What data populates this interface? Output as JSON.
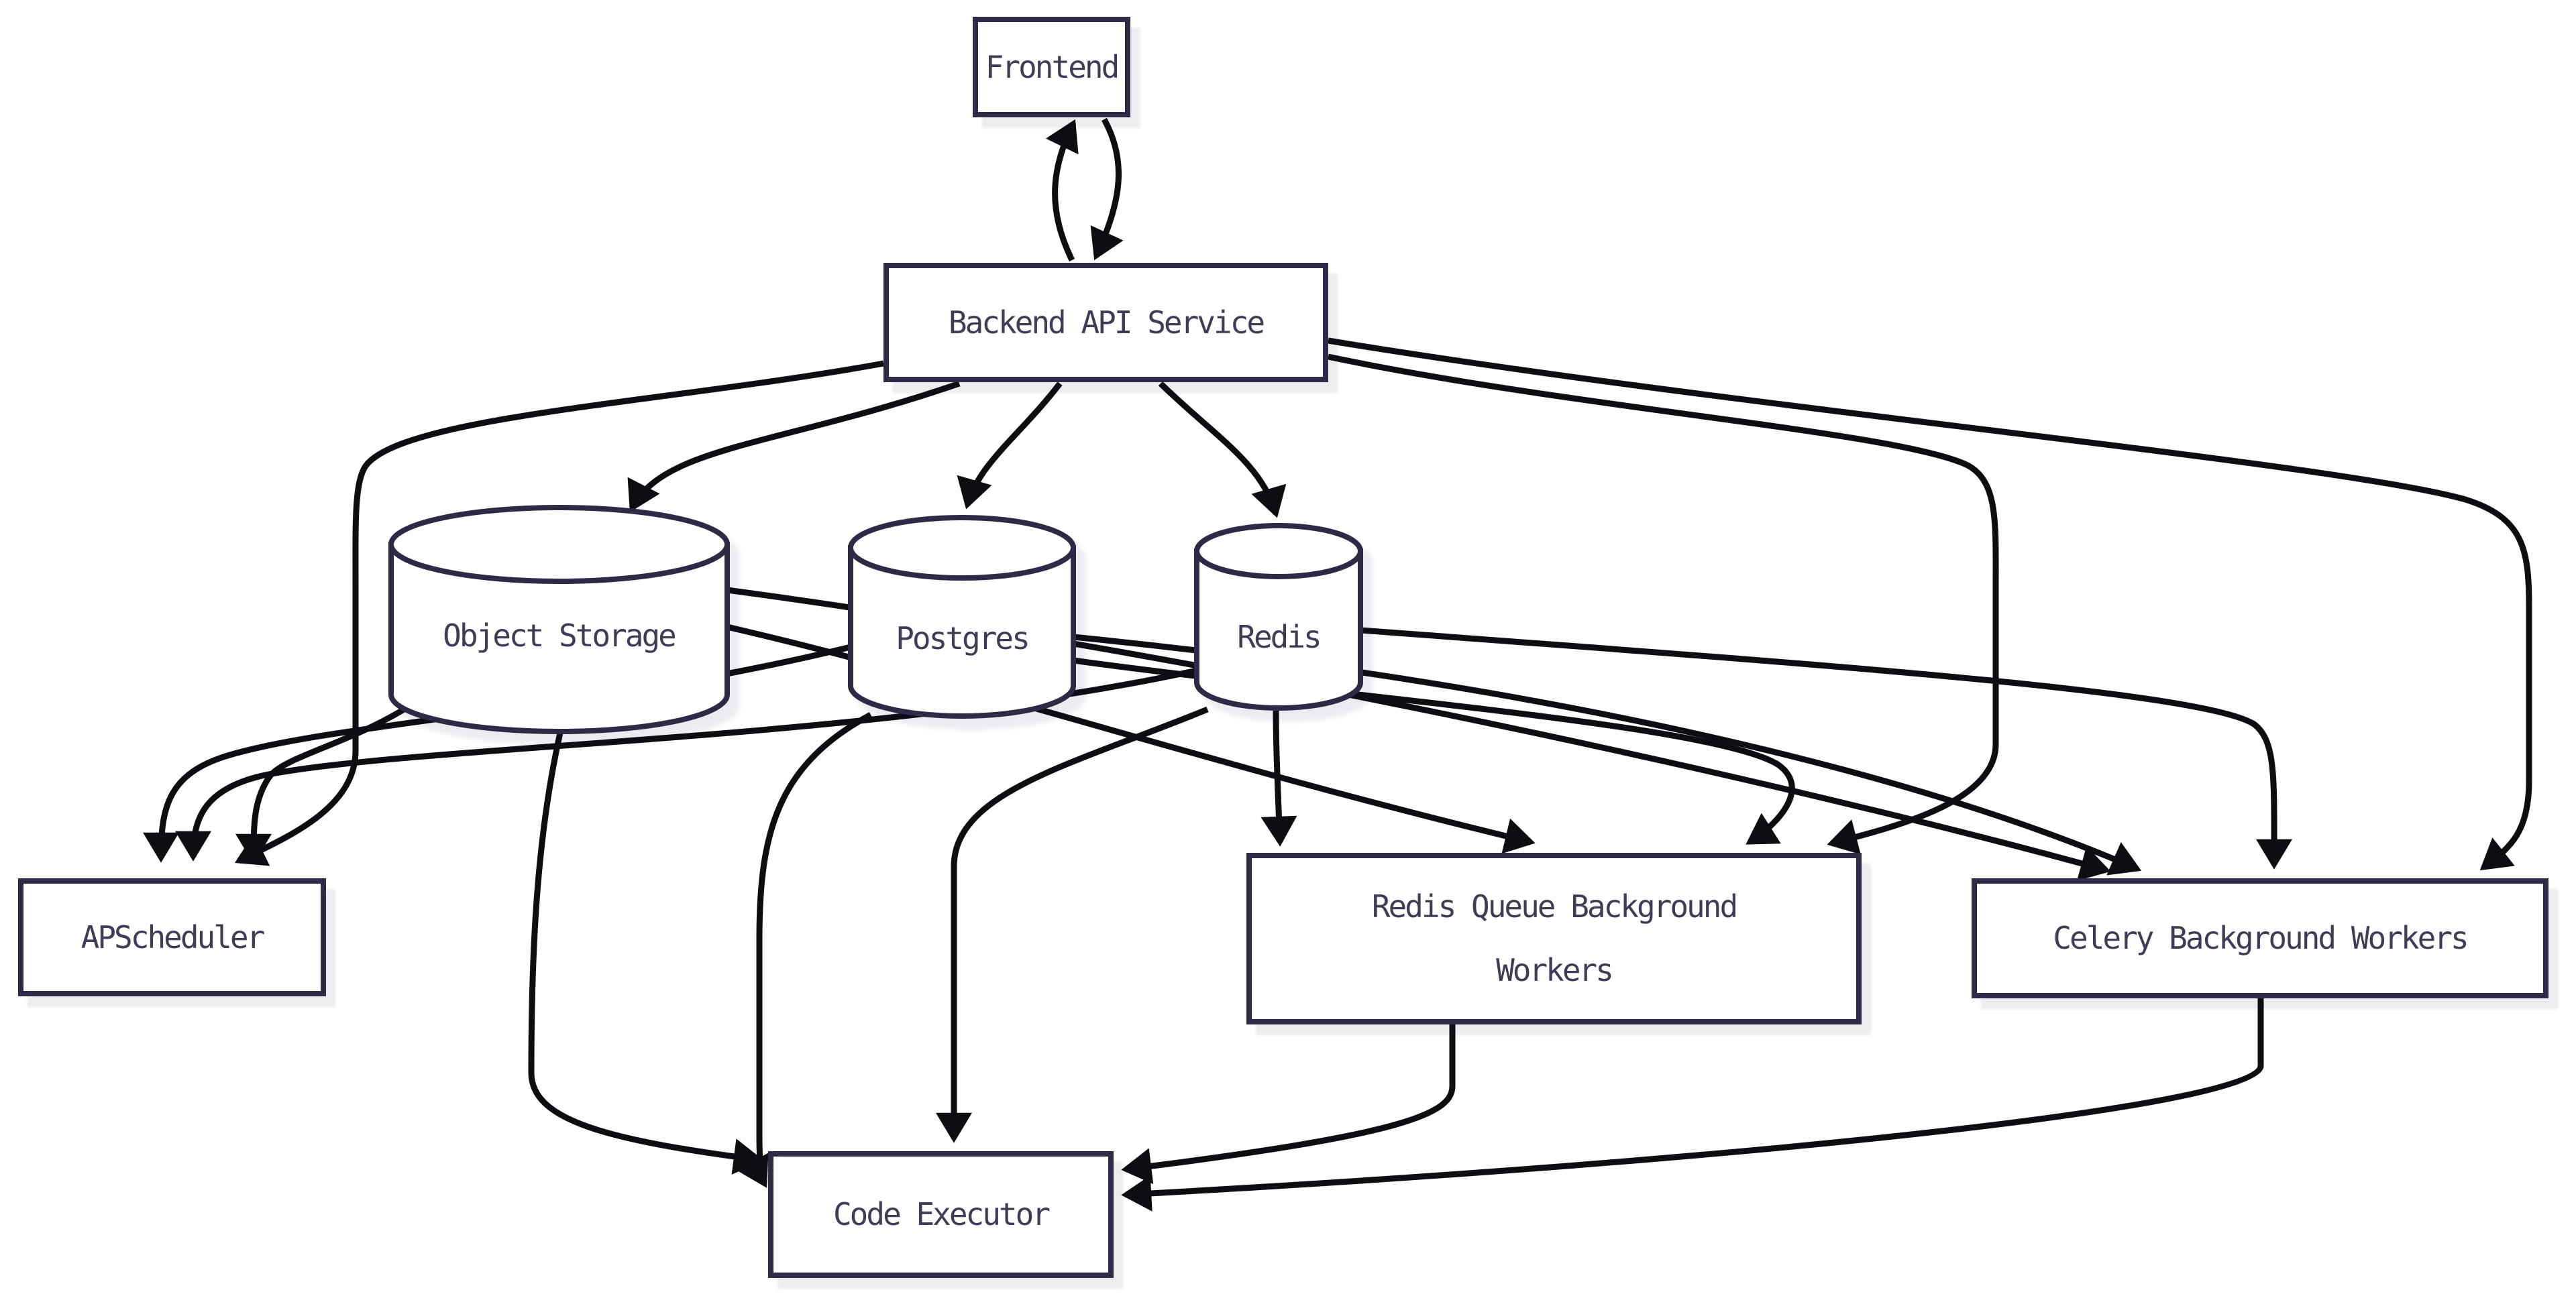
{
  "diagram": {
    "type": "flowchart",
    "background": "#ffffff",
    "colors": {
      "node_fill": "#ffffff",
      "node_border": "#2d2b45",
      "node_text": "#3f3d56",
      "edge_stroke": "#0e0d12",
      "shadow": "rgba(28,28,46,0.08)"
    },
    "nodes": [
      {
        "id": "frontend",
        "label": "Frontend",
        "shape": "rectangle"
      },
      {
        "id": "backend",
        "label": "Backend API Service",
        "shape": "rectangle"
      },
      {
        "id": "object-storage",
        "label": "Object Storage",
        "shape": "cylinder"
      },
      {
        "id": "postgres",
        "label": "Postgres",
        "shape": "cylinder"
      },
      {
        "id": "redis",
        "label": "Redis",
        "shape": "cylinder"
      },
      {
        "id": "apscheduler",
        "label": "APScheduler",
        "shape": "rectangle"
      },
      {
        "id": "rq-workers",
        "label": "Redis Queue Background Workers",
        "shape": "rectangle"
      },
      {
        "id": "celery-workers",
        "label": "Celery Background Workers",
        "shape": "rectangle"
      },
      {
        "id": "code-executor",
        "label": "Code Executor",
        "shape": "rectangle"
      }
    ],
    "edges": [
      {
        "from": "frontend",
        "to": "backend"
      },
      {
        "from": "backend",
        "to": "frontend"
      },
      {
        "from": "backend",
        "to": "object-storage"
      },
      {
        "from": "backend",
        "to": "postgres"
      },
      {
        "from": "backend",
        "to": "redis"
      },
      {
        "from": "backend",
        "to": "apscheduler"
      },
      {
        "from": "backend",
        "to": "rq-workers"
      },
      {
        "from": "backend",
        "to": "celery-workers"
      },
      {
        "from": "object-storage",
        "to": "apscheduler"
      },
      {
        "from": "object-storage",
        "to": "rq-workers"
      },
      {
        "from": "object-storage",
        "to": "celery-workers"
      },
      {
        "from": "object-storage",
        "to": "code-executor"
      },
      {
        "from": "postgres",
        "to": "apscheduler"
      },
      {
        "from": "postgres",
        "to": "rq-workers"
      },
      {
        "from": "postgres",
        "to": "celery-workers"
      },
      {
        "from": "postgres",
        "to": "code-executor"
      },
      {
        "from": "redis",
        "to": "apscheduler"
      },
      {
        "from": "redis",
        "to": "rq-workers"
      },
      {
        "from": "redis",
        "to": "celery-workers"
      },
      {
        "from": "redis",
        "to": "code-executor"
      },
      {
        "from": "rq-workers",
        "to": "code-executor"
      },
      {
        "from": "celery-workers",
        "to": "code-executor"
      }
    ]
  }
}
